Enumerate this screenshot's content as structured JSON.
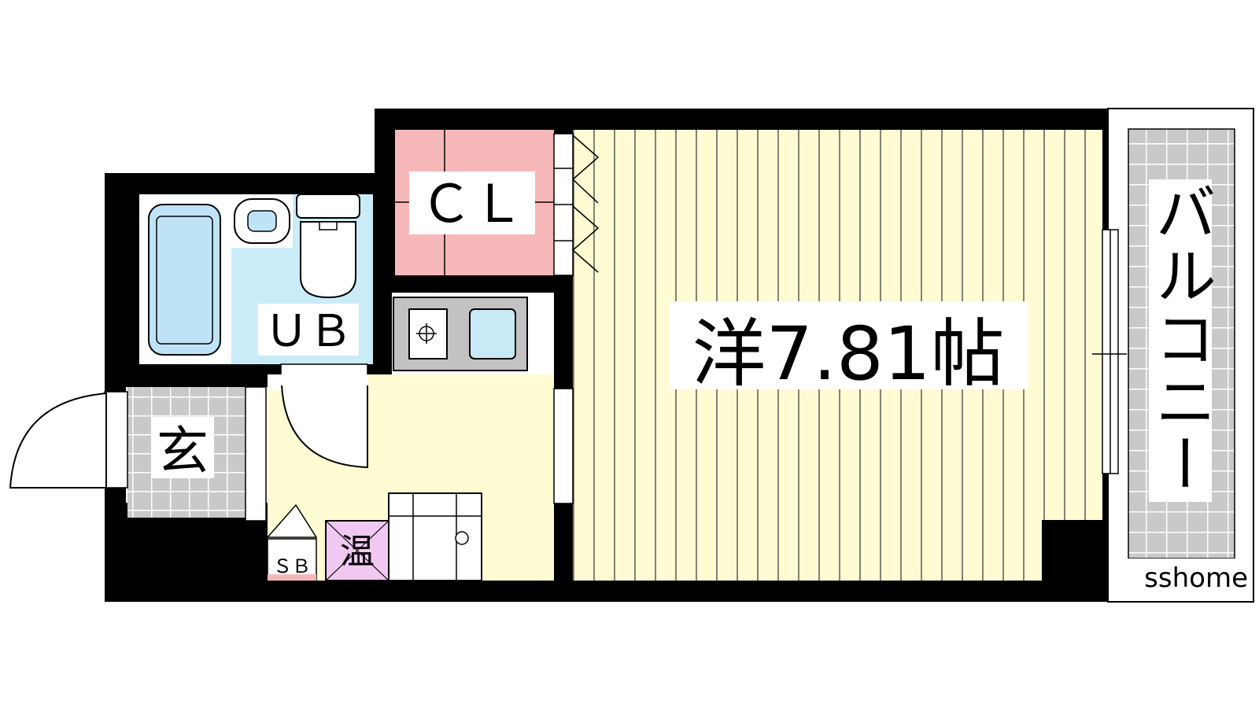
{
  "rooms": {
    "western_room": {
      "label": "洋7.81帖"
    },
    "closet": {
      "label": "ＣＬ"
    },
    "unit_bath": {
      "label": "ＵＢ"
    },
    "entrance": {
      "label": "玄"
    },
    "balcony": {
      "label": "バルコニー"
    },
    "shoe_box": {
      "label": "ＳＢ"
    },
    "water_heater": {
      "label": "温"
    }
  },
  "watermark": {
    "text": "sshome"
  },
  "colors": {
    "wall": "#000000",
    "floor_wood": "#fffbd2",
    "floor_lines": "#5a5a5a",
    "closet": "#f7b8b9",
    "bath": "#c9ecf8",
    "bath_fixture": "#bfe3f6",
    "tile": "#c9c9c9",
    "heater": "#f1c8f2",
    "kitchen_counter": "#c2c2c2",
    "kitchen_sink": "#c8eaf7"
  }
}
